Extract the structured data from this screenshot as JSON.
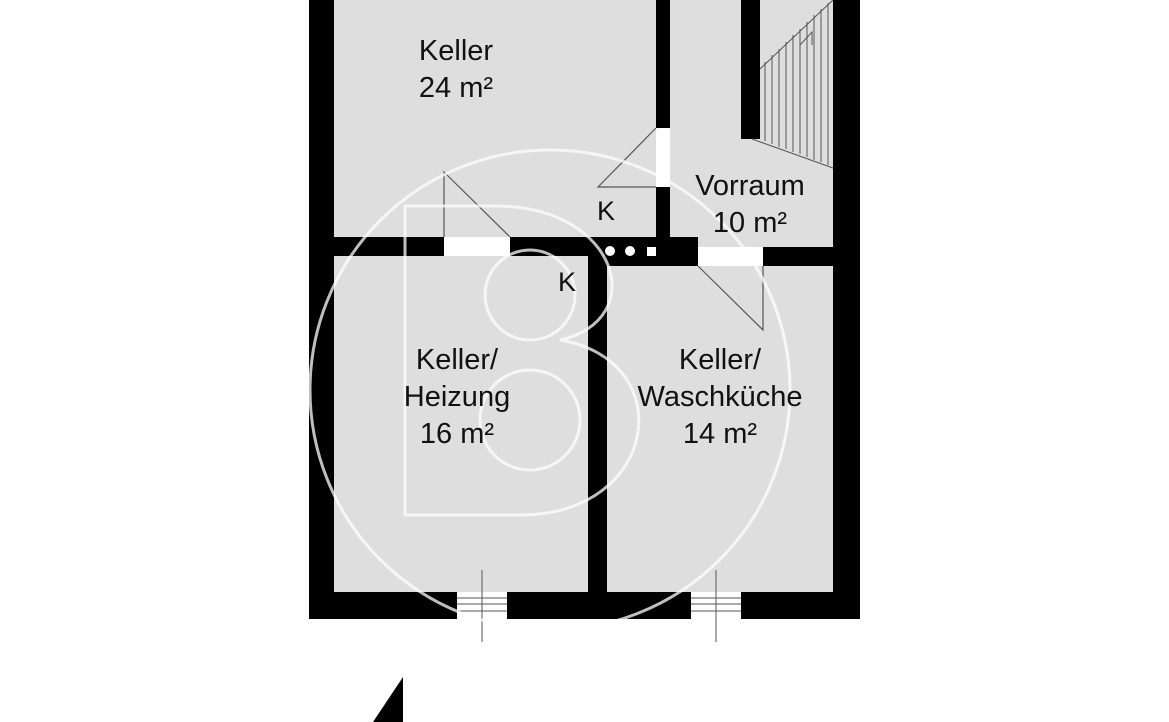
{
  "floorplan": {
    "rooms": [
      {
        "id": "keller",
        "lines": [
          "Keller",
          "24 m²"
        ]
      },
      {
        "id": "vorraum",
        "lines": [
          "Vorraum",
          "10 m²"
        ]
      },
      {
        "id": "keller-heizung",
        "lines": [
          "Keller/",
          "Heizung",
          "16 m²"
        ]
      },
      {
        "id": "keller-waschkueche",
        "lines": [
          "Keller/",
          "Waschküche",
          "14 m²"
        ]
      }
    ],
    "markers": [
      "K",
      "K"
    ],
    "colors": {
      "wall": "#000000",
      "floor": "#dedede",
      "watermark": "#ffffff",
      "line": "#555555"
    }
  }
}
